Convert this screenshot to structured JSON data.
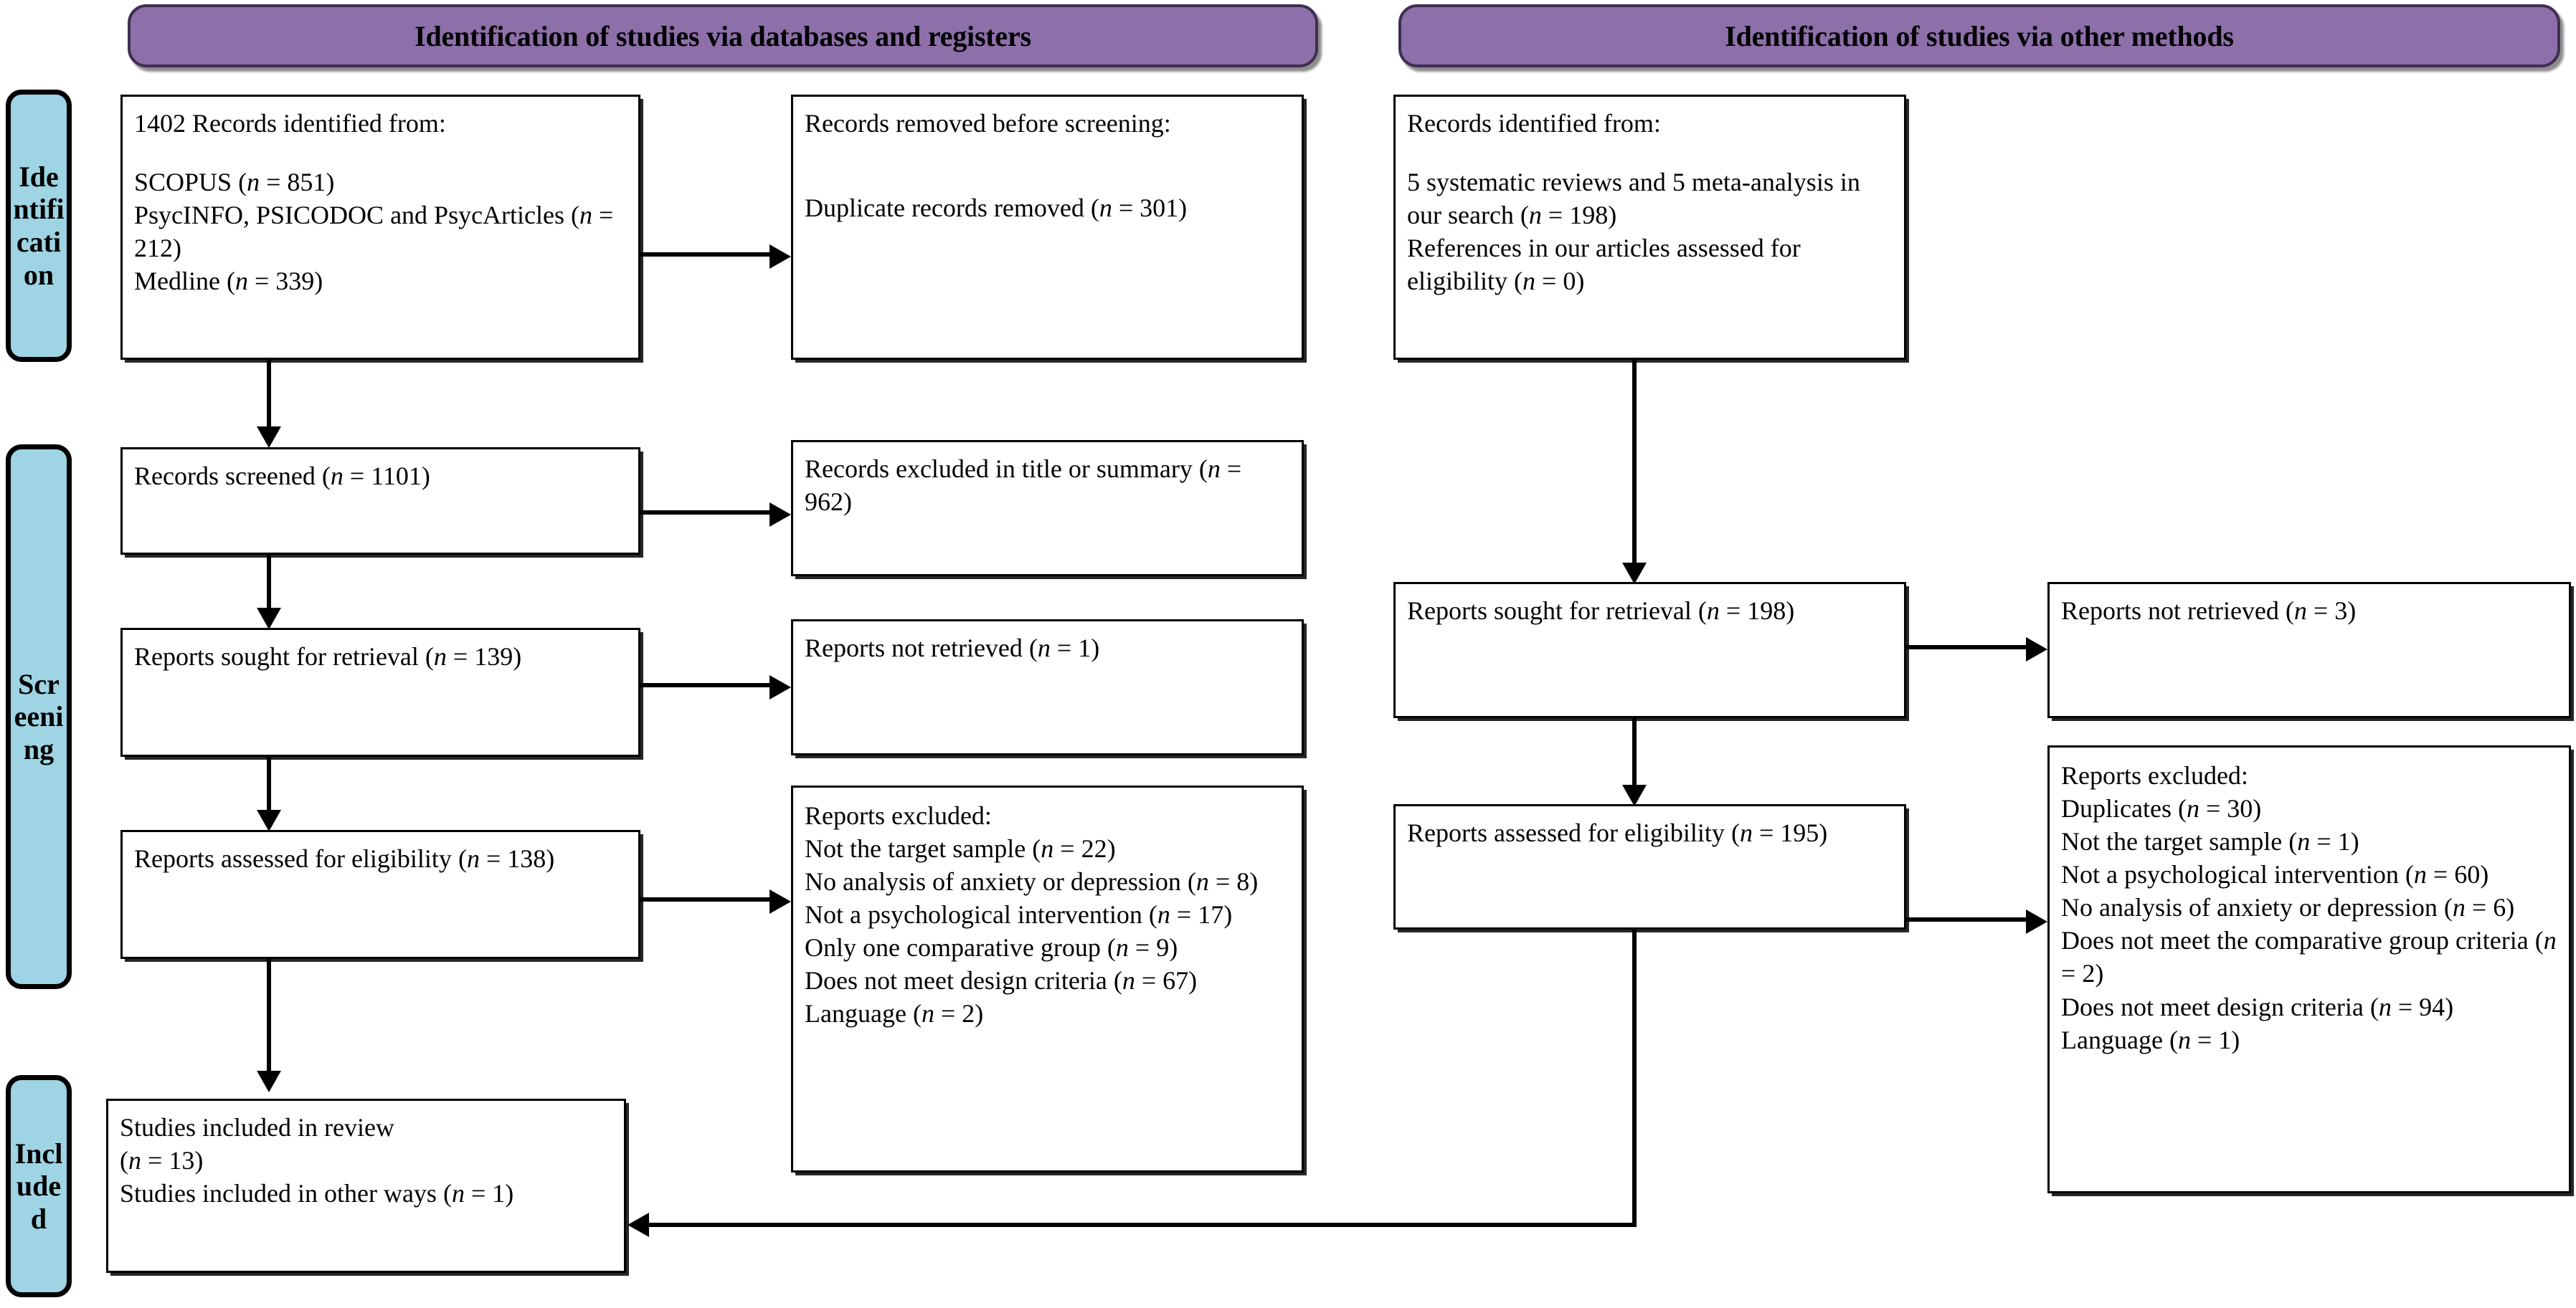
{
  "diagram": {
    "type": "PRISMA 2020 flow diagram",
    "colors": {
      "banner_fill": "#8d6fa9",
      "banner_border": "#3f2f52",
      "stage_label_fill": "#9ed4e3",
      "box_border": "#000000",
      "background": "#ffffff"
    }
  },
  "banners": {
    "databases": "Identification of studies via databases and registers",
    "other": "Identification of studies via other methods"
  },
  "stage_labels": {
    "identification": "Identification",
    "identification_wrapped": "Id en tifi cat io n",
    "screening": "Screening",
    "screening_wrapped": "Sc re eni ng",
    "included": "Included",
    "included_wrapped": "In clu de d"
  },
  "left_column": {
    "records_identified": {
      "title": "1402 Records identified from:",
      "sources": [
        {
          "label": "SCOPUS",
          "n": "851"
        },
        {
          "label": "PsycINFO, PSICODOC and PsycArticles ",
          "n": "212"
        },
        {
          "label": "Medline",
          "n": "339"
        }
      ]
    },
    "records_removed": {
      "title": "Records removed before screening:",
      "items": [
        {
          "label": "Duplicate records removed",
          "n": "301"
        }
      ]
    },
    "records_screened": {
      "label": "Records screened",
      "n": "1101"
    },
    "records_excluded": {
      "label": "Records excluded in title or summary",
      "n": "962"
    },
    "reports_sought": {
      "label": "Reports sought for retrieval",
      "n": "139"
    },
    "reports_not_retrieved": {
      "label": "Reports not retrieved",
      "n": "1"
    },
    "reports_assessed": {
      "label": "Reports assessed for eligibility",
      "n": "138"
    },
    "reports_excluded": {
      "title": "Reports excluded:",
      "items": [
        {
          "label": "Not the target sample",
          "n": "22"
        },
        {
          "label": "No analysis of anxiety or depression",
          "n": "8"
        },
        {
          "label": "Not a psychological intervention",
          "n": "17"
        },
        {
          "label": "Only one comparative group",
          "n": "9"
        },
        {
          "label": "Does not meet design criteria",
          "n": "67"
        },
        {
          "label": "Language",
          "n": "2"
        }
      ]
    },
    "studies_included": {
      "items": [
        {
          "label": "Studies included in review",
          "n": "13"
        },
        {
          "label": "Studies included in other ways",
          "n": "1"
        }
      ]
    }
  },
  "right_column": {
    "records_identified": {
      "title": "Records identified from:",
      "sources": [
        {
          "label": "5 systematic reviews and 5 meta-analysis in our search",
          "n": "198"
        },
        {
          "label": "References in our articles assessed for eligibility",
          "n": "0"
        }
      ]
    },
    "reports_sought": {
      "label": "Reports sought for retrieval",
      "n": "198"
    },
    "reports_not_retrieved": {
      "label": "Reports not retrieved",
      "n": "3"
    },
    "reports_assessed": {
      "label": "Reports assessed for eligibility",
      "n": "195"
    },
    "reports_excluded": {
      "title": "Reports excluded:",
      "items": [
        {
          "label": "Duplicates",
          "n": "30"
        },
        {
          "label": "Not the target sample",
          "n": "1"
        },
        {
          "label": "Not a psychological intervention",
          "n": "60"
        },
        {
          "label": "No analysis of anxiety or depression",
          "n": "6"
        },
        {
          "label": "Does not meet the comparative group criteria",
          "n": "2"
        },
        {
          "label": "Does not meet design criteria",
          "n": "94"
        },
        {
          "label": "Language",
          "n": "1"
        }
      ]
    }
  },
  "symbols": {
    "n_italic": "n",
    "eq": " = "
  }
}
